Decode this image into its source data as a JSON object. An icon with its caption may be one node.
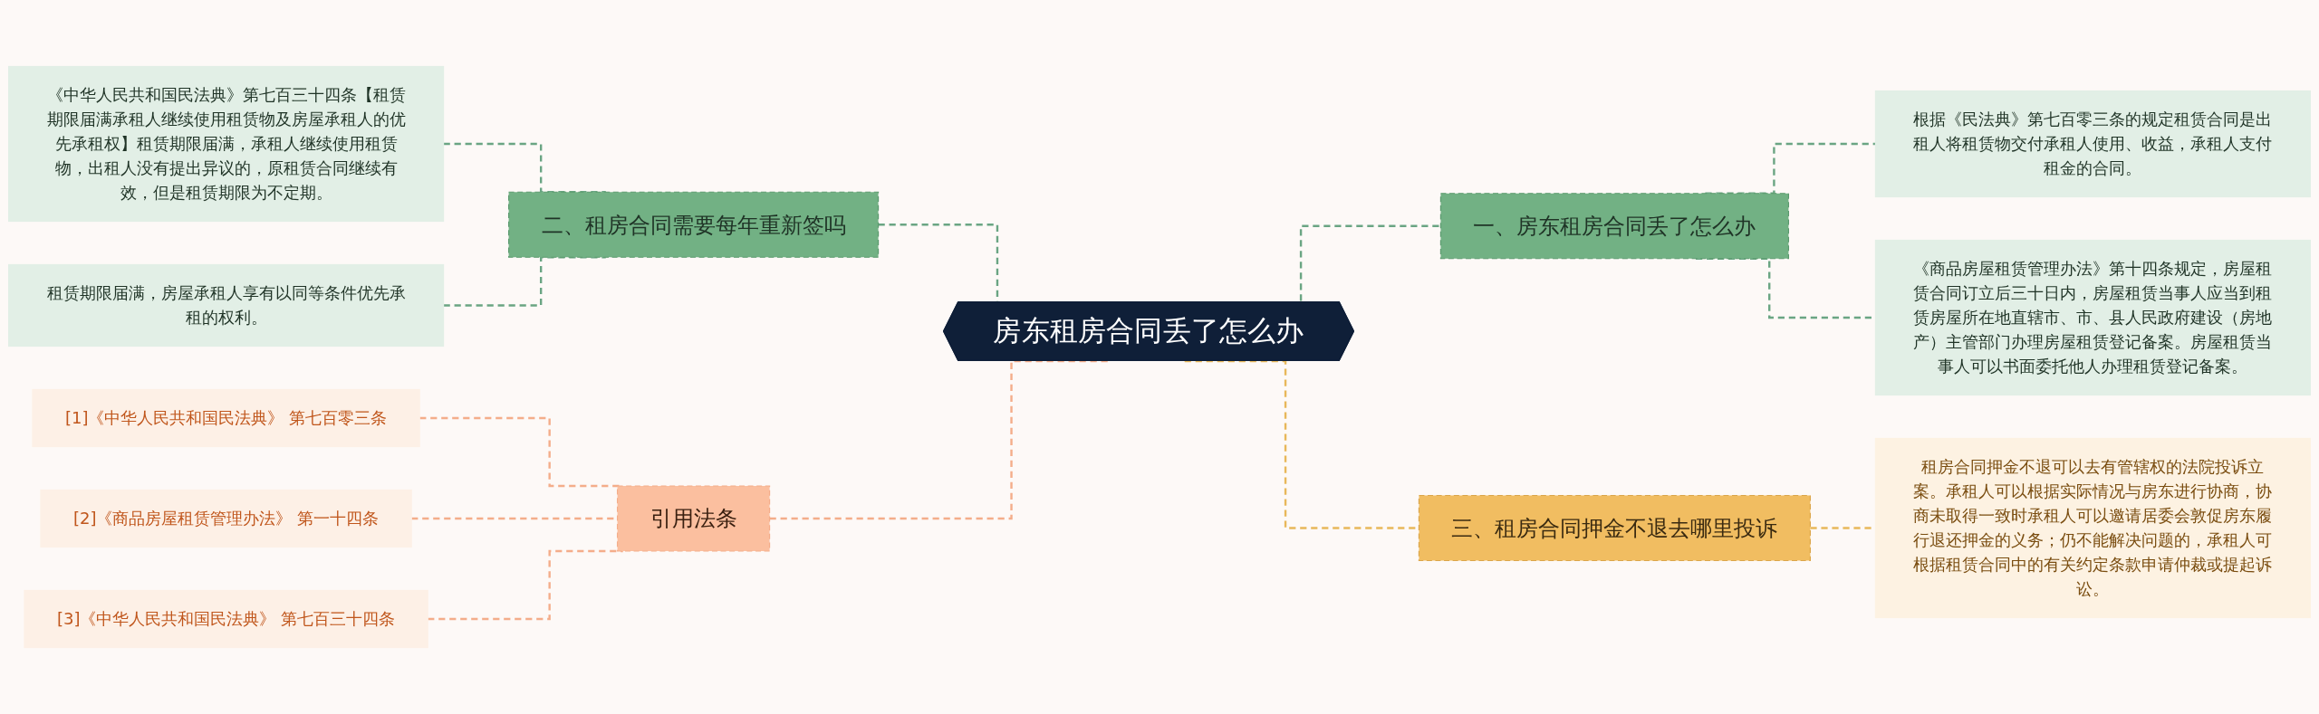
{
  "diagram": {
    "nodes": [
      {
        "text": [
          "房东租房合同丢了怎么办"
        ]
      },
      {
        "text": [
          "一、房东租房合同丢了怎么办"
        ]
      },
      {
        "text": [
          "根据《民法典》第七百零三条的规定租赁合同是出租人将租赁物交付承租人使用、收益，承租人支付租金的合同。"
        ]
      },
      {
        "text": [
          "《商品房屋租赁管理办法》第十四条规定，房屋租赁合同订立后三十日内，房屋租赁当事人应当到租赁房屋所在地直辖市、市、县人民政府建设（房地产）主管部门办理房屋租赁登记备案。房屋租赁当事人可以书面委托他人办理租赁登记备案。"
        ]
      },
      {
        "text": [
          "二、租房合同需要每年重新签吗"
        ]
      },
      {
        "text": [
          "《中华人民共和国民法典》第七百三十四条【租赁期限届满承租人继续使用租赁物及房屋承租人的优先承租权】租赁期限届满，承租人继续使用租赁物，出租人没有提出异议的，原租赁合同继续有效，但是租赁期限为不定期。"
        ]
      },
      {
        "text": [
          "租赁期限届满，房屋承租人享有以同等条件优先承租的权利。"
        ]
      },
      {
        "text": [
          "三、租房合同押金不退去哪里投诉"
        ]
      },
      {
        "text": [
          "租房合同押金不退可以去有管辖权的法院投诉立案。承租人可以根据实际情况与房东进行协商，协商未取得一致时承租人可以邀请居委会敦促房东履行退还押金的义务；仍不能解决问题的，承租人可根据租赁合同中的有关约定条款申请仲裁或提起诉讼。"
        ]
      },
      {
        "text": [
          "引用法条"
        ]
      },
      {
        "text": [
          "[1]《中华人民共和国民法典》 第七百零三条"
        ]
      },
      {
        "text": [
          "[2]《商品房屋租赁管理办法》 第一十四条"
        ]
      },
      {
        "text": [
          "[3]《中华人民共和国民法典》 第七百三十四条"
        ]
      }
    ],
    "edges": [
      {
        "from": 0,
        "to": 1,
        "arrow": "none",
        "style": "dashed"
      },
      {
        "from": 1,
        "to": 2,
        "arrow": "none",
        "style": "dashed"
      },
      {
        "from": 1,
        "to": 3,
        "arrow": "none",
        "style": "dashed"
      },
      {
        "from": 4,
        "to": 0,
        "arrow": "none",
        "style": "dashed"
      },
      {
        "from": 5,
        "to": 4,
        "arrow": "none",
        "style": "dashed"
      },
      {
        "from": 6,
        "to": 4,
        "arrow": "none",
        "style": "dashed"
      },
      {
        "from": 0,
        "to": 7,
        "arrow": "none",
        "style": "dashed",
        "color": "#e8b85a"
      },
      {
        "from": 7,
        "to": 8,
        "arrow": "none",
        "style": "dashed",
        "color": "#e8b85a"
      },
      {
        "from": 9,
        "to": 0,
        "arrow": "none",
        "style": "dashed",
        "color": "#f4ad8a"
      },
      {
        "from": 10,
        "to": 9,
        "arrow": "none",
        "style": "dashed",
        "color": "#f4ad8a"
      },
      {
        "from": 11,
        "to": 9,
        "arrow": "none",
        "style": "dashed",
        "color": "#f4ad8a"
      },
      {
        "from": 12,
        "to": 9,
        "arrow": "none",
        "style": "dashed",
        "color": "#f4ad8a"
      }
    ]
  }
}
